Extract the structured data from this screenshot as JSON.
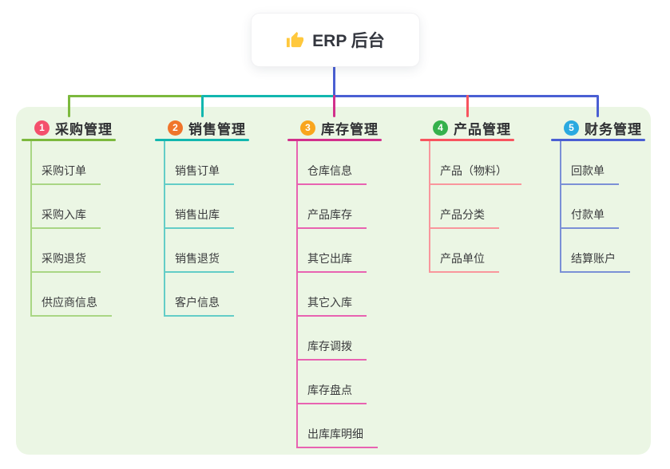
{
  "root": {
    "label": "ERP 后台",
    "icon": "thumbs-up-icon",
    "icon_color": "#FFC83D"
  },
  "colors": {
    "root_line": "#4A5FD3",
    "panel_background": "#EBF6E4",
    "node_background": "#FFFFFF",
    "title_text": "#2F3033",
    "child_text": "#3A3B3D"
  },
  "bus_segments": [
    {
      "name": "left",
      "color": "#7CB93D"
    },
    {
      "name": "mid",
      "color": "#12B7AF"
    },
    {
      "name": "right",
      "color": "#4A5FD3"
    }
  ],
  "branches": [
    {
      "index": "1",
      "label": "采购管理",
      "badge_color": "#F4506C",
      "line_color": "#7CB93D",
      "child_line_color": "#A9D684",
      "children": [
        "采购订单",
        "采购入库",
        "采购退货",
        "供应商信息"
      ]
    },
    {
      "index": "2",
      "label": "销售管理",
      "badge_color": "#F0752B",
      "line_color": "#12B7AF",
      "child_line_color": "#63CDC7",
      "children": [
        "销售订单",
        "销售出库",
        "销售退货",
        "客户信息"
      ]
    },
    {
      "index": "3",
      "label": "库存管理",
      "badge_color": "#F9A51D",
      "line_color": "#D2308C",
      "child_line_color": "#E863B1",
      "children": [
        "仓库信息",
        "产品库存",
        "其它出库",
        "其它入库",
        "库存调拨",
        "库存盘点",
        "出库库明细"
      ]
    },
    {
      "index": "4",
      "label": "产品管理",
      "badge_color": "#35B14C",
      "line_color": "#F8545E",
      "child_line_color": "#F9969C",
      "children": [
        "产品（物料）",
        "产品分类",
        "产品单位"
      ]
    },
    {
      "index": "5",
      "label": "财务管理",
      "badge_color": "#2AA9E0",
      "line_color": "#4A5FD3",
      "child_line_color": "#7B90D6",
      "children": [
        "回款单",
        "付款单",
        "结算账户"
      ]
    }
  ]
}
